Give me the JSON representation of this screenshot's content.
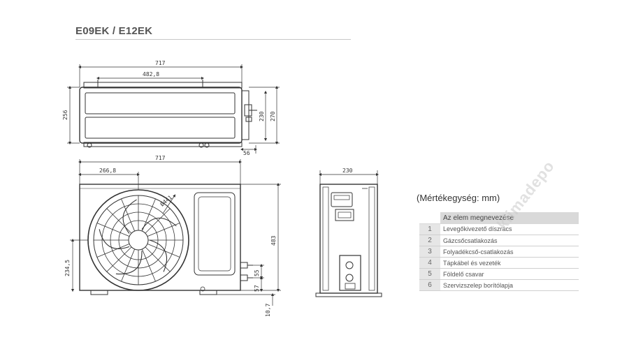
{
  "header": {
    "title": "E09EK / E12EK"
  },
  "indoor_unit": {
    "dims": {
      "width": "717",
      "mount": "482,8",
      "height": "256",
      "inner_h": "230",
      "depth": "270",
      "pipe": "56"
    }
  },
  "outdoor_front": {
    "dims": {
      "width": "717",
      "fan_offset": "266,8",
      "fan_dia": "Ø441",
      "height": "483",
      "fan_center": "234,5",
      "v1": "57",
      "v2": "55",
      "base": "10,7"
    }
  },
  "outdoor_side": {
    "dims": {
      "depth": "230"
    }
  },
  "legend": {
    "unit_note": "(Mértékegység: mm)",
    "header": "Az elem megnevezése",
    "rows": [
      {
        "num": "1",
        "name": "Levegőkivezető díszrács"
      },
      {
        "num": "2",
        "name": "Gázcsőcsatlakozás"
      },
      {
        "num": "3",
        "name": "Folyadékcső-csatlakozás"
      },
      {
        "num": "4",
        "name": "Tápkábel és vezeték"
      },
      {
        "num": "5",
        "name": "Földelő csavar"
      },
      {
        "num": "6",
        "name": "Szervizszelep borítólapja"
      }
    ]
  },
  "watermark": "klimadepo",
  "colors": {
    "line": "#333333",
    "rule": "#c8c8c8",
    "table_header": "#d9d9d9"
  }
}
